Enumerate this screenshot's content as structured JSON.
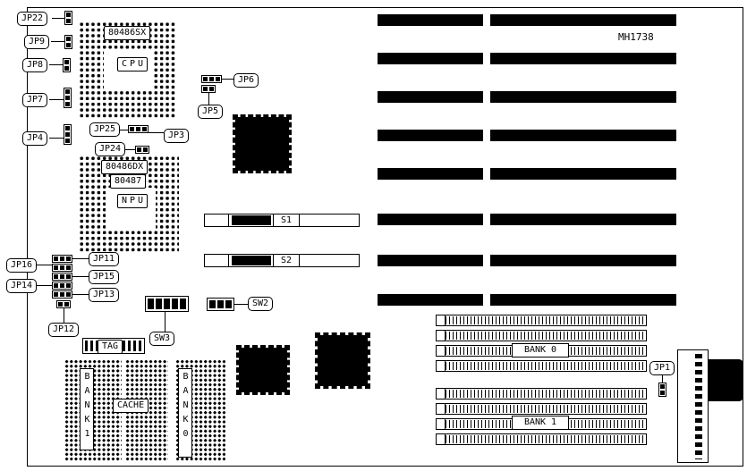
{
  "meta": {
    "part_number": "MH1738"
  },
  "labels": {
    "jp1": "JP1",
    "jp3": "JP3",
    "jp4": "JP4",
    "jp5": "JP5",
    "jp6": "JP6",
    "jp7": "JP7",
    "jp8": "JP8",
    "jp9": "JP9",
    "jp11": "JP11",
    "jp12": "JP12",
    "jp13": "JP13",
    "jp14": "JP14",
    "jp15": "JP15",
    "jp16": "JP16",
    "jp22": "JP22",
    "jp24": "JP24",
    "jp25": "JP25"
  },
  "chips": {
    "cpu_socket": "80486SX",
    "cpu": "CPU",
    "npu_socket": "80486DX",
    "npu_type": "80487",
    "npu": "NPU"
  },
  "switches": {
    "s1": "S1",
    "s2": "S2",
    "sw2": "SW2",
    "sw3": "SW3"
  },
  "memory": {
    "simm_bank0": "BANK 0",
    "simm_bank1": "BANK 1",
    "cache": "CACHE",
    "tag": "TAG",
    "cache_bank0": "BANK0",
    "cache_bank1": "BANK1"
  }
}
